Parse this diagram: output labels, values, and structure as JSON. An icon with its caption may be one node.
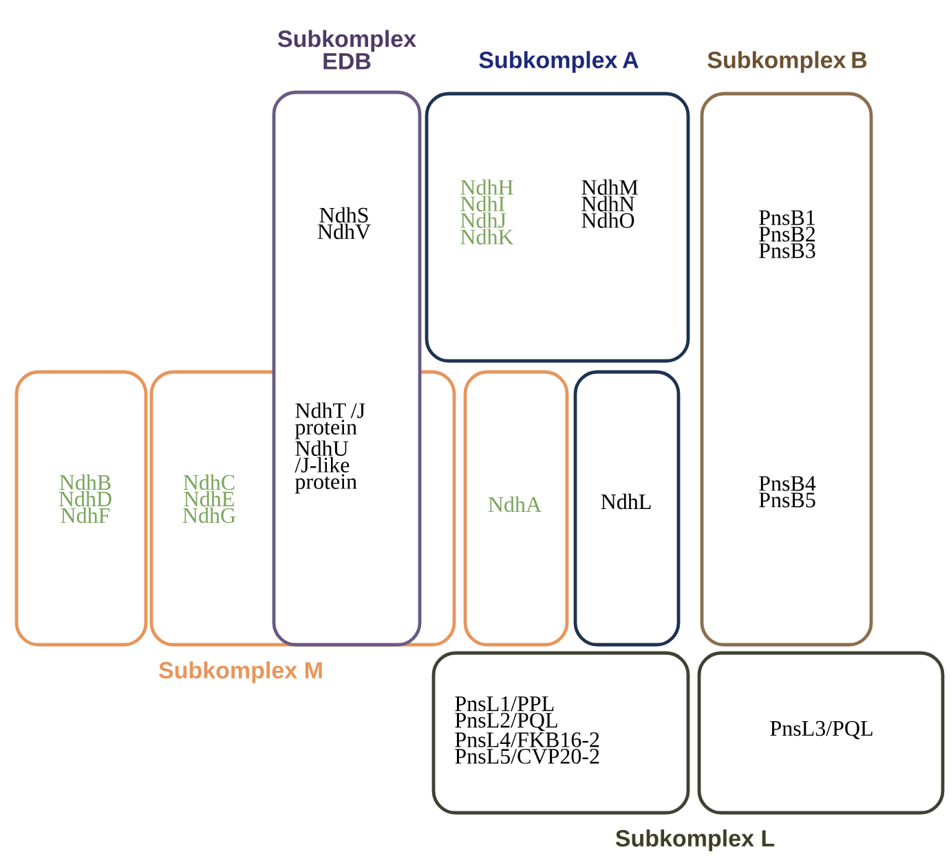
{
  "diagram": {
    "nodes": [
      {
        "text": [
          "Subkomplex EDB",
          "NdhS NdhV",
          "NdhT /J protein NdhU /J-like protein"
        ]
      },
      {
        "text": [
          "Subkomplex A",
          "NdhH NdhI NdhJ NdhK",
          "NdhM NdhN NdhO"
        ]
      },
      {
        "text": [
          "Subkomplex B",
          "PnsB1 PnsB2 PnsB3",
          "PnsB4 PnsB5"
        ]
      },
      {
        "text": [
          "NdhB NdhD NdhF"
        ]
      },
      {
        "text": [
          "NdhC NdhE NdhG"
        ]
      },
      {
        "text": [
          "NdhA"
        ]
      },
      {
        "text": [
          "NdhL"
        ]
      },
      {
        "text": [
          "PnsL1/PPL PnsL2/PQL PnsL4/FKB16-2 PnsL5/CVP20-2"
        ]
      },
      {
        "text": [
          "PnsL3/PQL"
        ]
      }
    ],
    "labels": [
      "Subkomplex M",
      "Subkomplex L"
    ]
  }
}
